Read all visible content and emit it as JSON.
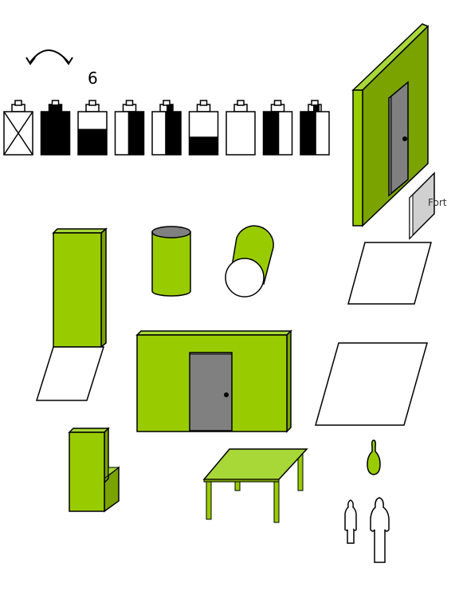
{
  "rotate_counter": "6",
  "fort_label": "Fort",
  "colors": {
    "green": "#99cc00",
    "green_dark": "#7aa300",
    "green_light": "#a8d838",
    "grey": "#808080",
    "grey_light": "#b0b0b0",
    "outline": "#000000",
    "white": "#ffffff"
  },
  "tanks": [
    {
      "state": "crossed"
    },
    {
      "state": "full"
    },
    {
      "state": "bottom-half"
    },
    {
      "state": "right-half"
    },
    {
      "state": "right-half-plus-top"
    },
    {
      "state": "bottom-third"
    },
    {
      "state": "empty"
    },
    {
      "state": "left-half"
    },
    {
      "state": "left-half-plus-top"
    }
  ]
}
